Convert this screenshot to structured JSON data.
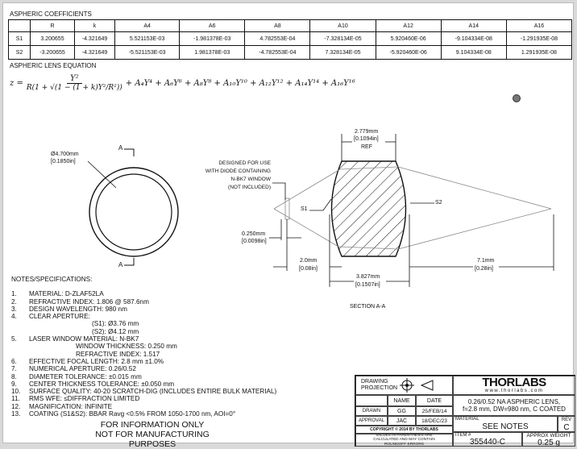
{
  "coefficients": {
    "title": "ASPHERIC COEFFICIENTS",
    "headers": [
      "",
      "R",
      "k",
      "A4",
      "A6",
      "A8",
      "A10",
      "A12",
      "A14",
      "A16"
    ],
    "rows": [
      [
        "S1",
        "3.200655",
        "-4.321649",
        "5.521153E-03",
        "-1.981378E-03",
        "4.782553E-04",
        "-7.328134E-05",
        "5.920460E-06",
        "-9.104334E-08",
        "-1.291935E-08"
      ],
      [
        "S2",
        "-3.200655",
        "-4.321649",
        "-5.521153E-03",
        "1.981378E-03",
        "-4.782553E-04",
        "7.328134E-05",
        "-5.920460E-06",
        "9.104334E-08",
        "1.291935E-08"
      ]
    ]
  },
  "equation": {
    "title": "ASPHERIC LENS EQUATION",
    "lhs": "z =",
    "numerator": "Y²",
    "denominator": "R(1 + √(1 − (1 + k)Y²/R²))",
    "tail": "+ A₄Y⁴ + A₆Y⁶ + A₈Y⁸ + A₁₀Y¹⁰ + A₁₂Y¹² + A₁₄Y¹⁴ + A₁₆Y¹⁶"
  },
  "front_view": {
    "diameter_mm": "Ø4.700mm",
    "diameter_in": "[0.1850in]",
    "section_label": "A"
  },
  "section": {
    "title": "SECTION A-A",
    "edge_mm": "2.779mm",
    "edge_in": "[0.1094in]",
    "edge_ref": "REF",
    "window_note": [
      "DESIGNED FOR USE",
      "WITH DIODE CONTAINING",
      "N-BK7 WINDOW",
      "(NOT INCLUDED)"
    ],
    "s1": "S1",
    "s2": "S2",
    "window_mm": "0.250mm",
    "window_in": "[0.0098in]",
    "wd_mm": "2.0mm",
    "wd_in": "[0.08in]",
    "ct_mm": "3.827mm",
    "ct_in": "[0.1507in]",
    "bfl_mm": "7.1mm",
    "bfl_in": "[0.28in]"
  },
  "notes": {
    "title": "NOTES/SPECIFICATIONS:",
    "items": [
      {
        "n": "1.",
        "t": "MATERIAL: D-ZLAF52LA"
      },
      {
        "n": "2.",
        "t": "REFRACTIVE INDEX: 1.806 @ 587.6nm"
      },
      {
        "n": "3.",
        "t": "DESIGN WAVELENGTH: 980 nm"
      },
      {
        "n": "4.",
        "t": "CLEAR APERTURE:"
      },
      {
        "n": "",
        "t": "(S1): Ø3.76 mm",
        "sub": 1
      },
      {
        "n": "",
        "t": "(S2): Ø4.12 mm",
        "sub": 1
      },
      {
        "n": "5.",
        "t": "LASER WINDOW MATERIAL: N-BK7"
      },
      {
        "n": "",
        "t": "WINDOW THICKNESS: 0.250 mm",
        "sub": 2
      },
      {
        "n": "",
        "t": "REFRACTIVE INDEX: 1.517",
        "sub": 2
      },
      {
        "n": "6.",
        "t": "EFFECTIVE FOCAL LENGTH: 2.8 mm ±1.0%"
      },
      {
        "n": "7.",
        "t": "NUMERICAL APERTURE: 0.26/0.52"
      },
      {
        "n": "8.",
        "t": "DIAMETER TOLERANCE: ±0.015 mm"
      },
      {
        "n": "9.",
        "t": "CENTER THICKNESS TOLERANCE: ±0.050 mm"
      },
      {
        "n": "10.",
        "t": "SURFACE QUALITY: 40-20 SCRATCH-DIG (INCLUDES ENTIRE BULK MATERIAL)"
      },
      {
        "n": "11.",
        "t": "RMS WFE: ≤DIFFRACTION LIMITED"
      },
      {
        "n": "12.",
        "t": "MAGNIFICATION: INFINITE"
      },
      {
        "n": "13.",
        "t": "COATING (S1&S2): BBAR Ravg <0.5% FROM 1050-1700 nm, AOI=0°"
      }
    ],
    "disclaimer": [
      "FOR INFORMATION ONLY",
      "NOT FOR MANUFACTURING PURPOSES"
    ]
  },
  "title_block": {
    "projection": "DRAWING PROJECTION",
    "name_h": "NAME",
    "date_h": "DATE",
    "drawn": "DRAWN",
    "drawn_name": "GG",
    "drawn_date": "25/FEB/14",
    "approval": "APPROVAL",
    "approval_name": "JAC",
    "approval_date": "18/DEC/23",
    "copyright": "COPYRIGHT © 2014 BY THORLABS",
    "values_note": "VALUES IN PARENTHESIS ARE CALCULATED AND MAY CONTAIN ROUNDOFF ERRORS",
    "logo": "THORLABS",
    "url": "www.thorlabs.com",
    "desc1": "0.26/0.52 NA ASPHERIC LENS,",
    "desc2": "f=2.8 mm, DW=980 nm, C COATED",
    "material_h": "MATERIAL",
    "material": "SEE NOTES",
    "rev_h": "REV",
    "rev": "C",
    "item_h": "ITEM #",
    "item": "355440-C",
    "weight_h": "APPROX WEIGHT",
    "weight": "0.25 g"
  }
}
